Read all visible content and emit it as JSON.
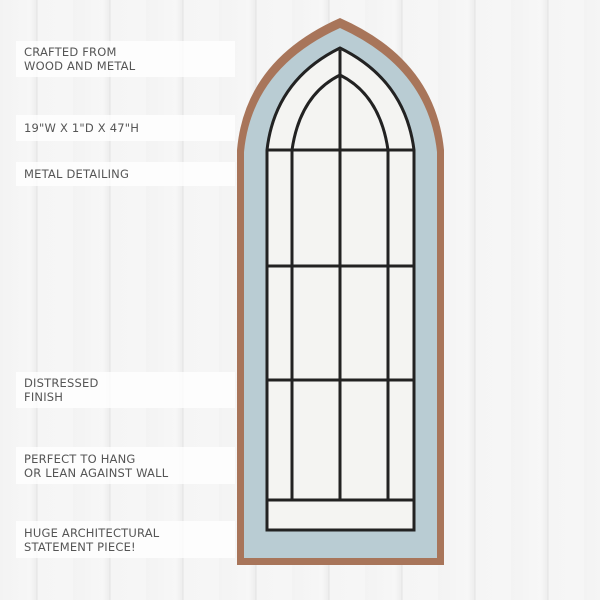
{
  "features": [
    {
      "lines": [
        "CRAFTED FROM",
        "WOOD AND METAL"
      ]
    },
    {
      "lines": [
        "19\"W X 1\"D X 47\"H"
      ]
    },
    {
      "lines": [
        "METAL DETAILING"
      ]
    },
    {
      "lines": [
        "DISTRESSED",
        "FINISH"
      ]
    },
    {
      "lines": [
        "PERFECT TO HANG",
        "OR LEAN AGAINST WALL"
      ]
    },
    {
      "lines": [
        "HUGE ARCHITECTURAL",
        "STATEMENT PIECE!"
      ]
    }
  ],
  "colors": {
    "frame_wood": "#a8755a",
    "frame_paint": "#b9ccd3",
    "metal": "#222222"
  }
}
